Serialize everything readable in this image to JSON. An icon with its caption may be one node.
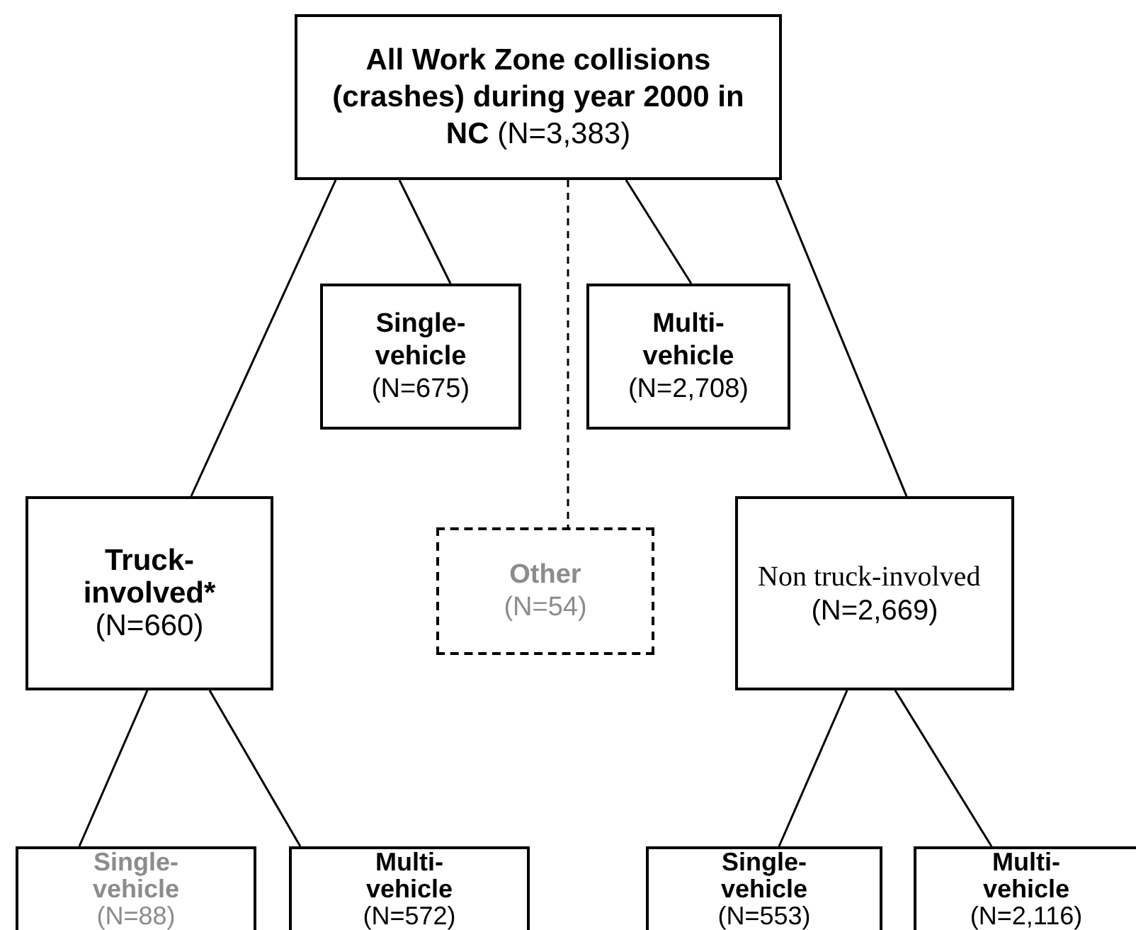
{
  "diagram": {
    "nodes": [
      {
        "text": [
          "**All Work Zone collisions (crashes) during year 2000 in NC** (N=3,383)"
        ]
      },
      {
        "text": [
          "Single-vehicle",
          "(N=675)"
        ]
      },
      {
        "text": [
          "Multi-vehicle",
          "(N=2,708)"
        ]
      },
      {
        "text": [
          "Truck-involved*",
          "(N=660)"
        ]
      },
      {
        "text": [
          "Other",
          "(N=54)"
        ]
      },
      {
        "text": [
          "Non truck-involved",
          "(N=2,669)"
        ]
      },
      {
        "text": [
          "Single-vehicle",
          "(N=88)"
        ]
      },
      {
        "text": [
          "Multi-vehicle",
          "(N=572)"
        ]
      },
      {
        "text": [
          "Single-vehicle",
          "(N=553)"
        ]
      },
      {
        "text": [
          "Multi-vehicle",
          "(N=2,116)"
        ]
      }
    ],
    "edges": [
      {
        "from": 0,
        "to": 3,
        "arrow": "none"
      },
      {
        "from": 0,
        "to": 1,
        "arrow": "none"
      },
      {
        "from": 0,
        "to": 4,
        "arrow": "none",
        "style": "dashed"
      },
      {
        "from": 0,
        "to": 2,
        "arrow": "none"
      },
      {
        "from": 0,
        "to": 5,
        "arrow": "none"
      },
      {
        "from": 3,
        "to": 6,
        "arrow": "none"
      },
      {
        "from": 3,
        "to": 7,
        "arrow": "none"
      },
      {
        "from": 5,
        "to": 8,
        "arrow": "none"
      },
      {
        "from": 5,
        "to": 9,
        "arrow": "none"
      }
    ]
  }
}
